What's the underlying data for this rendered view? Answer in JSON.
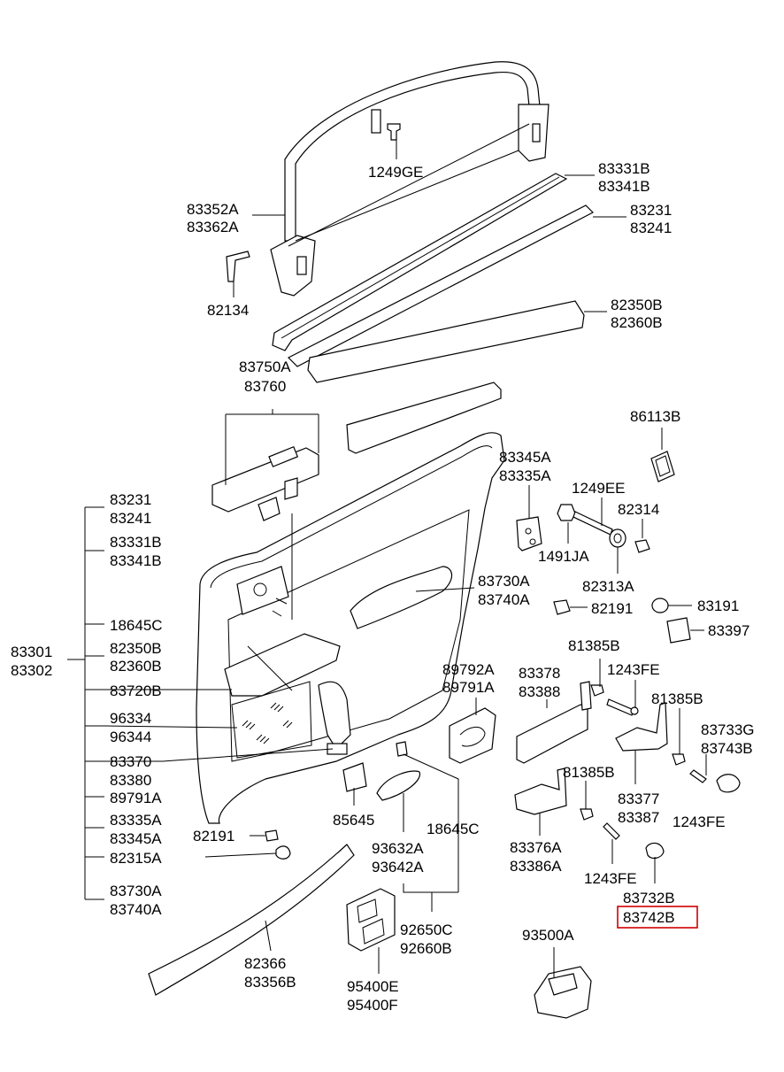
{
  "highlight_color": "#d00000",
  "labels": {
    "l1249GE": "1249GE",
    "l83352A": "83352A",
    "l83362A": "83362A",
    "l83331B_t": "83331B",
    "l83341B_t": "83341B",
    "l83231_t": "83231",
    "l83241_t": "83241",
    "l82134": "82134",
    "l82350B_t": "82350B",
    "l82360B_t": "82360B",
    "l83750A": "83750A",
    "l83760": "83760",
    "l86113B": "86113B",
    "l83345A_t": "83345A",
    "l83335A_t": "83335A",
    "l1249EE": "1249EE",
    "l82314": "82314",
    "l1491JA": "1491JA",
    "l82313A": "82313A",
    "l83730A_t": "83730A",
    "l83740A_t": "83740A",
    "l82191_r": "82191",
    "l83191": "83191",
    "l83397": "83397",
    "l81385B_1": "81385B",
    "l1243FE_1": "1243FE",
    "l89792A": "89792A",
    "l89791A_t": "89791A",
    "l83378": "83378",
    "l83388": "83388",
    "l81385B_2": "81385B",
    "l83733G": "83733G",
    "l83743B": "83743B",
    "l81385B_3": "81385B",
    "l83377": "83377",
    "l83387": "83387",
    "l1243FE_2": "1243FE",
    "l83376A": "83376A",
    "l83386A": "83386A",
    "l1243FE_3": "1243FE",
    "l83732B": "83732B",
    "l83742B": "83742B",
    "l93500A": "93500A",
    "l85645": "85645",
    "l18645C_m": "18645C",
    "l93632A": "93632A",
    "l93642A": "93642A",
    "l92650C": "92650C",
    "l92660B": "92660B",
    "l95400E": "95400E",
    "l95400F": "95400F",
    "l82366": "82366",
    "l83356B": "83356B",
    "l83301": "83301",
    "l83302": "83302",
    "lb83231": "83231",
    "lb83241": "83241",
    "lb83331B": "83331B",
    "lb83341B": "83341B",
    "lb18645C": "18645C",
    "lb82350B": "82350B",
    "lb82360B": "82360B",
    "lb83720B": "83720B",
    "lb96334": "96334",
    "lb96344": "96344",
    "lb83370": "83370",
    "lb83380": "83380",
    "lb89791A": "89791A",
    "lb83335A": "83335A",
    "lb83345A": "83345A",
    "lb82191": "82191",
    "lb82315A": "82315A",
    "lb83730A": "83730A",
    "lb83740A": "83740A"
  }
}
